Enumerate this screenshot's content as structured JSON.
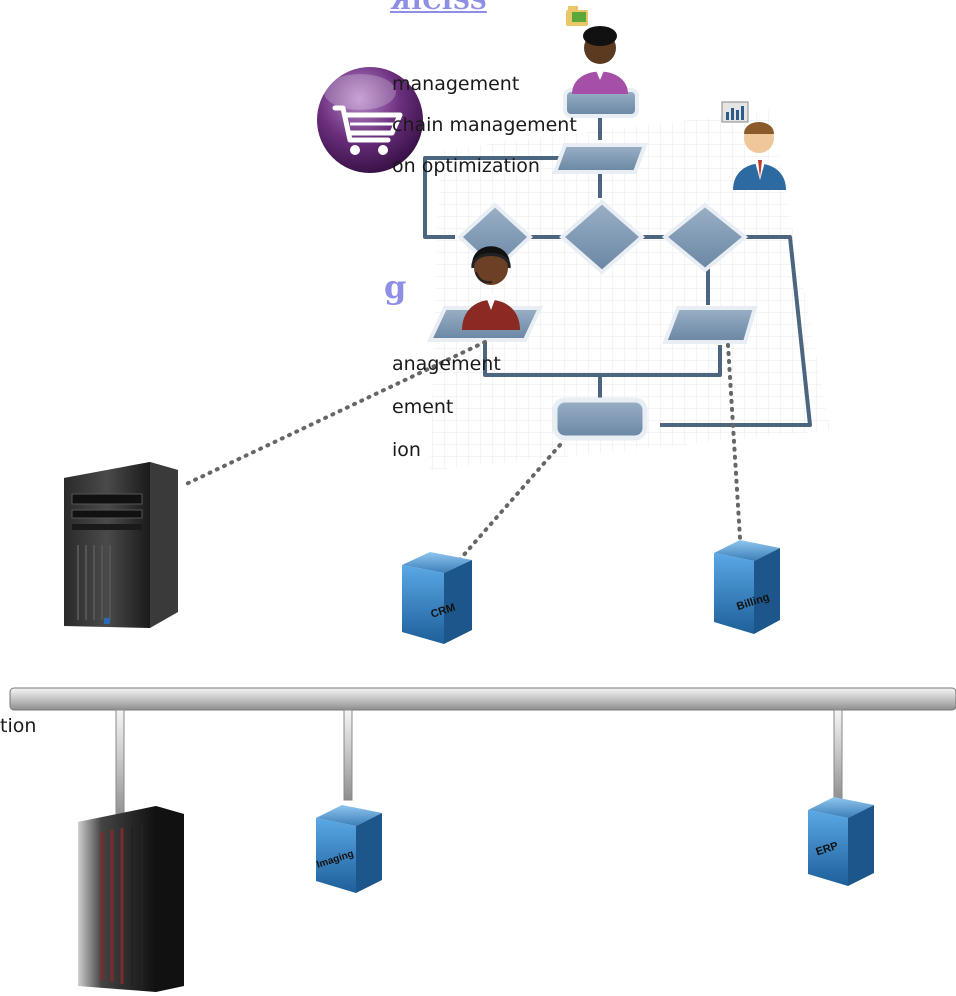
{
  "headings": {
    "top": "ЯICISS",
    "middle": "g"
  },
  "top_list": [
    "management",
    "chain management",
    "on optimization"
  ],
  "middle_list": [
    "anagement",
    "ement",
    "ion"
  ],
  "bottom_fragment": "tion",
  "databases": {
    "crm": "CRM",
    "billing": "Billing",
    "imaging": "Imaging",
    "erp": "ERP"
  },
  "icons": [
    "shopping-cart-icon",
    "user-icon",
    "folder-icon",
    "chart-icon",
    "headset-agent-icon",
    "server-tower-icon",
    "mainframe-icon",
    "database-icon"
  ],
  "colors": {
    "cart_purple": "#6b2f7e",
    "db_blue": "#3a87c8",
    "flow_node": "#7a96b2",
    "flow_border": "#4d6680",
    "connector_dots": "#666666",
    "bus_gray": "#b5b5b5",
    "heading_purple": "#8e8ee6"
  }
}
